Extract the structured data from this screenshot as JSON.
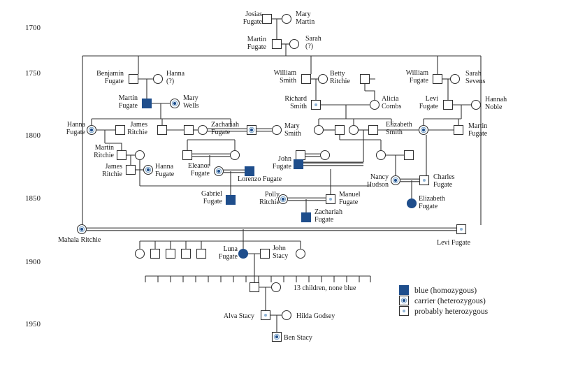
{
  "years": [
    "1700",
    "1750",
    "1800",
    "1850",
    "1900",
    "1950"
  ],
  "people": {
    "josias_fugate": {
      "name": [
        "Josias",
        "Fugate"
      ],
      "status": "normal"
    },
    "mary_martin": {
      "name": [
        "Mary",
        "Martin"
      ],
      "status": "normal"
    },
    "martin_fugate_sr": {
      "name": [
        "Martin",
        "Fugate"
      ],
      "status": "normal"
    },
    "sarah_q": {
      "name": [
        "Sarah",
        "(?)"
      ],
      "status": "normal"
    },
    "benjamin_fugate": {
      "name": [
        "Benjamin",
        "Fugate"
      ],
      "status": "normal"
    },
    "hanna_q": {
      "name": [
        "Hanna",
        "(?)"
      ],
      "status": "normal"
    },
    "william_smith": {
      "name": [
        "William",
        "Smith"
      ],
      "status": "normal"
    },
    "betty_ritchie": {
      "name": [
        "Betty",
        "Ritchie"
      ],
      "status": "normal"
    },
    "william_fugate": {
      "name": [
        "William",
        "Fugate"
      ],
      "status": "normal"
    },
    "sarah_sevens": {
      "name": [
        "Sarah",
        "Sevens"
      ],
      "status": "normal"
    },
    "martin_fugate_blue": {
      "name": [
        "Martin",
        "Fugate"
      ],
      "status": "blue"
    },
    "mary_wells": {
      "name": [
        "Mary",
        "Wells"
      ],
      "status": "carrier"
    },
    "richard_smith": {
      "name": [
        "Richard",
        "Smith"
      ],
      "status": "probable"
    },
    "alicia_combs": {
      "name": [
        "Alicia",
        "Combs"
      ],
      "status": "normal"
    },
    "levi_fugate_sr": {
      "name": [
        "Levi",
        "Fugate"
      ],
      "status": "normal"
    },
    "hannah_noble": {
      "name": [
        "Hannah",
        "Noble"
      ],
      "status": "normal"
    },
    "hanna_fugate": {
      "name": [
        "Hanna",
        "Fugate"
      ],
      "status": "carrier"
    },
    "james_ritchie_sr": {
      "name": [
        "James",
        "Ritchie"
      ],
      "status": "normal"
    },
    "zachariah_fugate_sr": {
      "name": [
        "Zachariah",
        "Fugate"
      ],
      "status": "normal"
    },
    "mary_smith": {
      "name": [
        "Mary",
        "Smith"
      ],
      "status": "carrier"
    },
    "elizabeth_smith": {
      "name": [
        "Elizabeth",
        "Smith"
      ],
      "status": "carrier"
    },
    "martin_fugate_jr": {
      "name": [
        "Martin",
        "Fugate"
      ],
      "status": "normal"
    },
    "martin_ritchie": {
      "name": [
        "Martin",
        "Ritchie"
      ],
      "status": "normal"
    },
    "james_ritchie_jr": {
      "name": [
        "James",
        "Ritchie"
      ],
      "status": "normal"
    },
    "hanna_fugate_2": {
      "name": [
        "Hanna",
        "Fugate"
      ],
      "status": "carrier"
    },
    "eleanor_fugate": {
      "name": [
        "Eleanor",
        "Fugate"
      ],
      "status": "carrier"
    },
    "lorenzo_fugate": {
      "name": [
        "Lorenzo Fugate"
      ],
      "status": "blue"
    },
    "john_fugate": {
      "name": [
        "John",
        "Fugate"
      ],
      "status": "blue"
    },
    "nancy_hudson": {
      "name": [
        "Nancy",
        "Hudson"
      ],
      "status": "carrier"
    },
    "charles_fugate": {
      "name": [
        "Charles",
        "Fugate"
      ],
      "status": "probable"
    },
    "gabriel_fugate": {
      "name": [
        "Gabriel",
        "Fugate"
      ],
      "status": "blue"
    },
    "polly_ritchie": {
      "name": [
        "Polly",
        "Ritchie"
      ],
      "status": "carrier"
    },
    "manuel_fugate": {
      "name": [
        "Manuel",
        "Fugate"
      ],
      "status": "probable"
    },
    "elizabeth_fugate": {
      "name": [
        "Elizabeth",
        "Fugate"
      ],
      "status": "blue"
    },
    "zachariah_fugate_jr": {
      "name": [
        "Zachariah",
        "Fugate"
      ],
      "status": "blue"
    },
    "mahala_ritchie": {
      "name": [
        "Mahala Ritchie"
      ],
      "status": "carrier"
    },
    "levi_fugate_jr": {
      "name": [
        "Levi Fugate"
      ],
      "status": "probable"
    },
    "luna_fugate": {
      "name": [
        "Luna",
        "Fugate"
      ],
      "status": "blue"
    },
    "john_stacy": {
      "name": [
        "John",
        "Stacy"
      ],
      "status": "normal"
    },
    "alva_stacy": {
      "name": [
        "Alva Stacy"
      ],
      "status": "probable"
    },
    "hilda_godsey": {
      "name": [
        "Hilda Godsey"
      ],
      "status": "normal"
    },
    "ben_stacy": {
      "name": [
        "Ben Stacy"
      ],
      "status": "carrier"
    }
  },
  "notes": {
    "thirteen_children": "13 children, none blue"
  },
  "legend": [
    {
      "label": "blue (homozygous)",
      "status": "blue"
    },
    {
      "label": "carrier (heterozygous)",
      "status": "carrier"
    },
    {
      "label": "probably heterozygous",
      "status": "probable"
    }
  ],
  "colors": {
    "affected": "#1f4e8c",
    "carrier_ring": "#7fa7cc",
    "lines": "#333333"
  }
}
